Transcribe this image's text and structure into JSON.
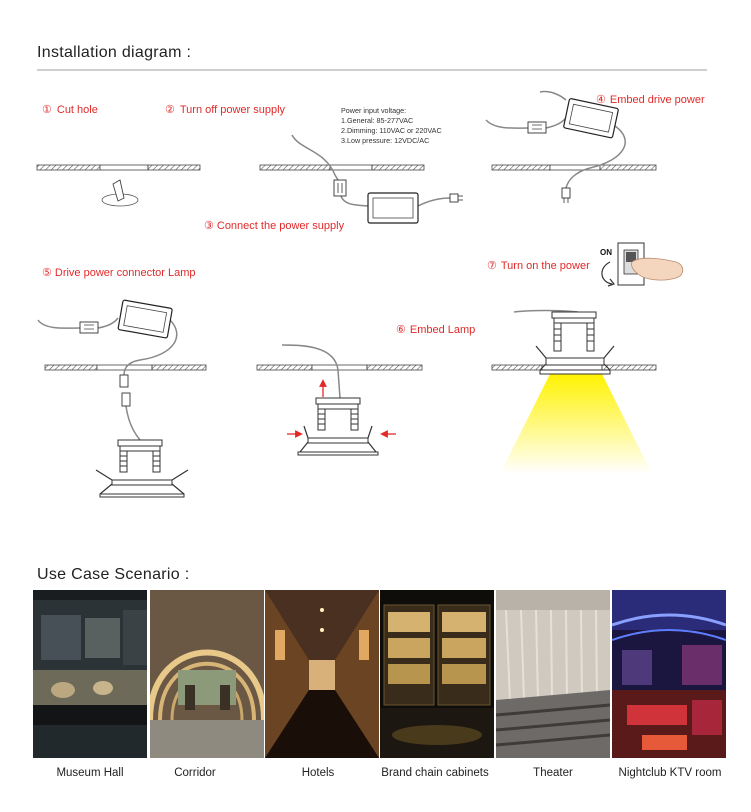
{
  "installation": {
    "title": "Installation diagram :",
    "steps": [
      {
        "num": "①",
        "text": "Cut  hole"
      },
      {
        "num": "②",
        "text": "Turn off power supply"
      },
      {
        "num": "③",
        "text": "Connect the power supply"
      },
      {
        "num": "④",
        "text": "Embed drive power"
      },
      {
        "num": "⑤",
        "text": "Drive power connector Lamp"
      },
      {
        "num": "⑥",
        "text": "Embed Lamp"
      },
      {
        "num": "⑦",
        "text": "Turn on the power"
      }
    ],
    "power_spec": [
      "Power input voltage:",
      "1.General: 85-277VAC",
      "2.Dimming: 110VAC or 220VAC",
      "3.Low pressure: 12VDC/AC"
    ],
    "switch_label": "ON"
  },
  "use_case": {
    "title": "Use Case Scenario :",
    "items": [
      {
        "caption": "Museum Hall"
      },
      {
        "caption": "Corridor"
      },
      {
        "caption": "Hotels"
      },
      {
        "caption": "Brand chain cabinets"
      },
      {
        "caption": "Theater"
      },
      {
        "caption": "Nightclub KTV room"
      }
    ]
  },
  "colors": {
    "label_red": "#e12a2a",
    "line_gray": "#888888",
    "light_yellow": "#fff200"
  }
}
